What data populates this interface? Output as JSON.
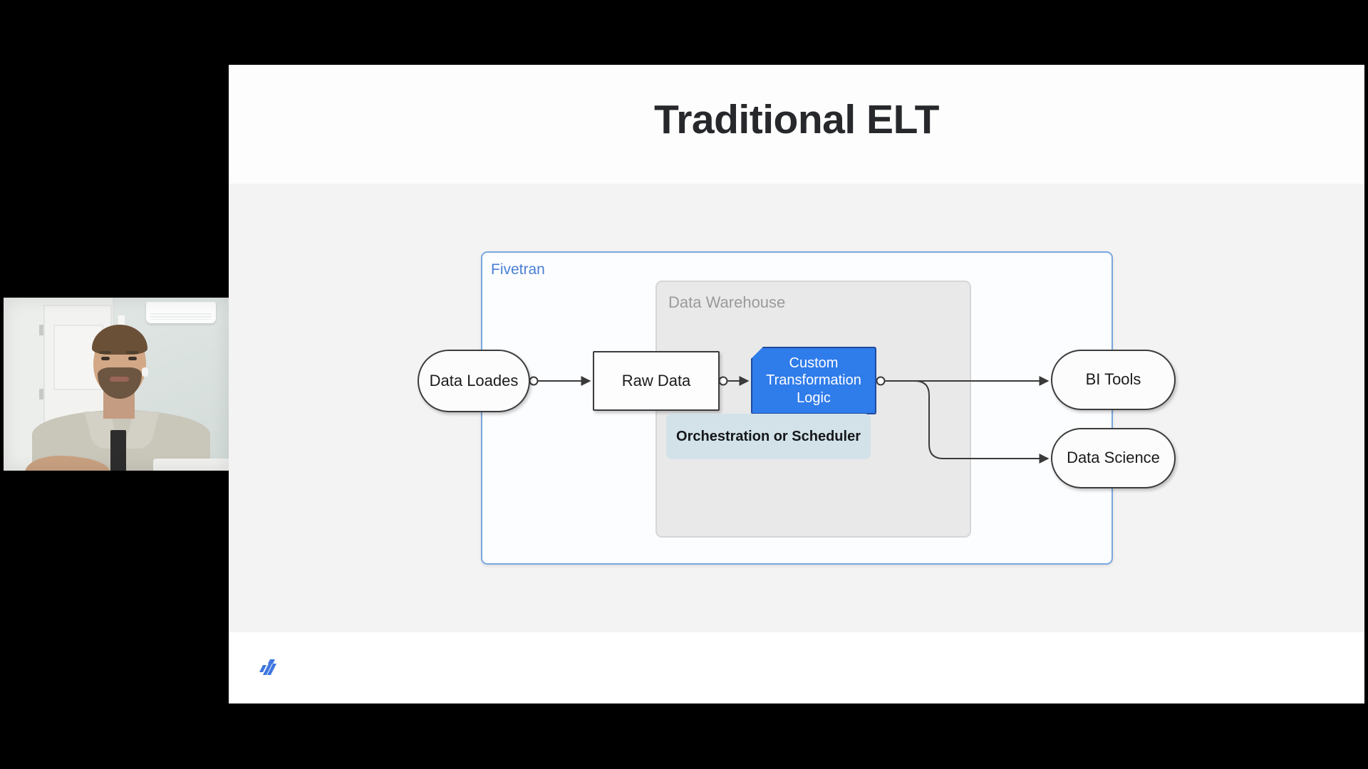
{
  "window": {
    "background_color": "#000000"
  },
  "webcam": {
    "label": "presenter-video-feed",
    "scene": "man with short beard in light room, door on left, wall air conditioner upper right"
  },
  "slide": {
    "title": "Traditional ELT",
    "background_color": "#fdfdfd",
    "body_background_color": "#f3f3f3",
    "accent_color": "#2f7ceb",
    "brand_logo_name": "fivetran-logo",
    "brand_logo_color": "#4a7fd4"
  },
  "diagram": {
    "type": "flow",
    "groups": [
      {
        "id": "fivetran",
        "label": "Fivetran",
        "border_color": "#7aa7e0",
        "label_color": "#4a7fd4"
      },
      {
        "id": "warehouse",
        "label": "Data Warehouse",
        "fill_color": "#e9e9e9",
        "label_color": "#9a9a9a"
      }
    ],
    "nodes": [
      {
        "id": "data-loaders",
        "label": "Data Loades",
        "shape": "pill",
        "fill": "#fcfcfc"
      },
      {
        "id": "raw-data",
        "label": "Raw Data",
        "shape": "rectangle",
        "fill": "#fdfdfd"
      },
      {
        "id": "custom-transformation-logic",
        "label_lines": [
          "Custom",
          "Transformation",
          "Logic"
        ],
        "shape": "chamfered-rectangle",
        "fill": "#2f7ceb",
        "text_color": "#ffffff"
      },
      {
        "id": "orchestration",
        "label": "Orchestration or Scheduler",
        "shape": "rounded-rectangle",
        "fill": "#d2e2e8"
      },
      {
        "id": "bi-tools",
        "label": "BI Tools",
        "shape": "pill",
        "fill": "#fcfcfc"
      },
      {
        "id": "data-science",
        "label": "Data Science",
        "shape": "pill",
        "fill": "#fcfcfc"
      }
    ],
    "edges": [
      {
        "from": "data-loaders",
        "to": "raw-data"
      },
      {
        "from": "raw-data",
        "to": "custom-transformation-logic"
      },
      {
        "from": "custom-transformation-logic",
        "to": "bi-tools"
      },
      {
        "from": "custom-transformation-logic",
        "to": "data-science"
      }
    ]
  }
}
